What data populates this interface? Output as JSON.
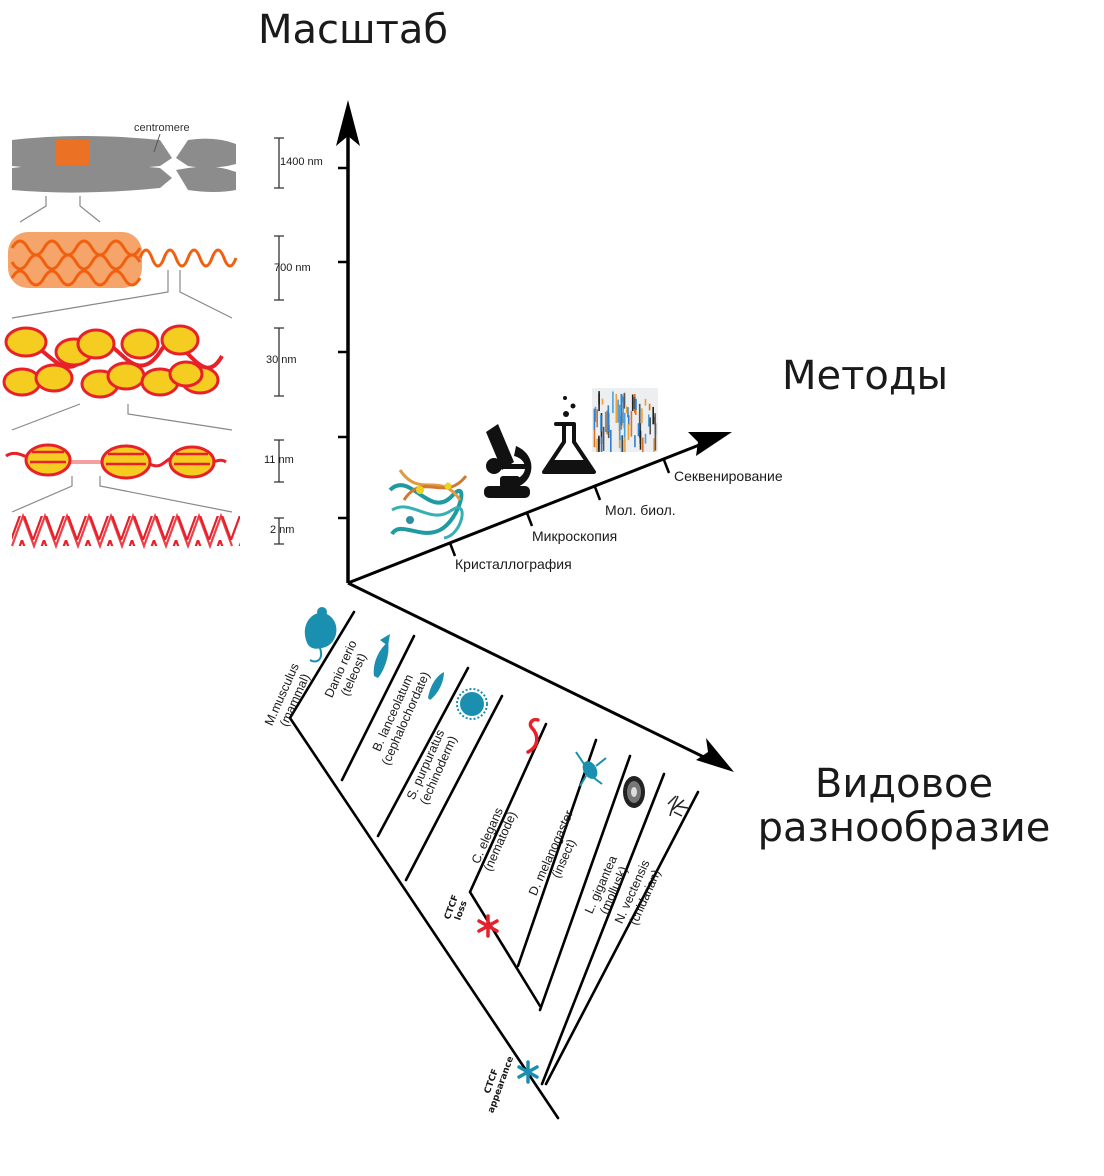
{
  "axes": {
    "scale_label": "Масштаб",
    "methods_label": "Методы",
    "diversity_label_line1": "Видовое",
    "diversity_label_line2": "разнообразие"
  },
  "methods": [
    {
      "label": "Кристаллография",
      "icon": "protein-dna-structure-icon"
    },
    {
      "label": "Микроскопия",
      "icon": "microscope-icon"
    },
    {
      "label": "Мол. биол.",
      "icon": "flask-icon"
    },
    {
      "label": "Секвенирование",
      "icon": "sequencing-reads-icon"
    }
  ],
  "chromatin_levels": [
    {
      "size": "1400 nm",
      "depiction": "chromosome",
      "annotation": "centromere"
    },
    {
      "size": "700 nm",
      "depiction": "condensed-fiber"
    },
    {
      "size": "30 nm",
      "depiction": "nucleosome-fiber"
    },
    {
      "size": "11 nm",
      "depiction": "beads-on-string"
    },
    {
      "size": "2 nm",
      "depiction": "dna-double-helix"
    }
  ],
  "species": [
    {
      "name": "M.musculus",
      "group": "(mammal)",
      "icon": "mouse-icon"
    },
    {
      "name": "Danio rerio",
      "group": "(teleost)",
      "icon": "fish-icon"
    },
    {
      "name": "B. lanceolatum",
      "group": "(cephalochordate)",
      "icon": "lancelet-icon"
    },
    {
      "name": "S. purpuratus",
      "group": "(echinoderm)",
      "icon": "sea-urchin-icon"
    },
    {
      "name": "C. elegans",
      "group": "(nematode)",
      "icon": "worm-icon"
    },
    {
      "name": "D. melanogaster",
      "group": "(insect)",
      "icon": "fly-icon"
    },
    {
      "name": "L. gigantea",
      "group": "(mollusk)",
      "icon": "limpet-icon"
    },
    {
      "name": "N. vectensis",
      "group": "(cnidarian)",
      "icon": "sea-anemone-icon"
    }
  ],
  "events": {
    "loss_line1": "CTCF",
    "loss_line2": "loss",
    "appearance_line1": "CTCF",
    "appearance_line2": "appearance"
  },
  "colors": {
    "axis": "#000000",
    "chromosome": "#8c8c8c",
    "centromere_band": "#f07020",
    "fiber": "#f07020",
    "nucleosome_fill": "#f5cc20",
    "dna": "#e8202a",
    "species_icon": "#1a8fb0",
    "ctcf_loss": "#e8202a",
    "ctcf_appearance": "#1a8fb0"
  }
}
